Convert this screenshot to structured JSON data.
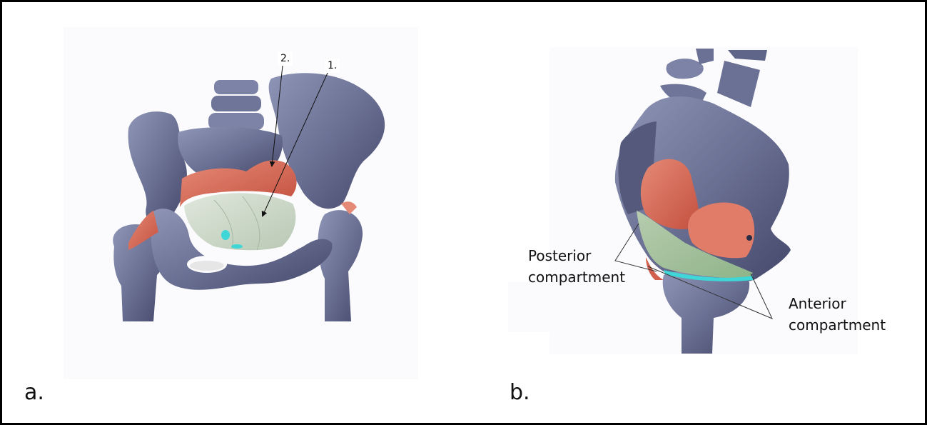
{
  "figure": {
    "panels": [
      {
        "id": "a",
        "caption": "a.",
        "view": "anterior view of pelvis with pelvic floor muscles",
        "number_labels": [
          {
            "text": "2.",
            "target": "red muscle (upper)"
          },
          {
            "text": "1.",
            "target": "pale green membrane (lower)"
          }
        ]
      },
      {
        "id": "b",
        "caption": "b.",
        "view": "lateral view of pelvis with pelvic floor compartments",
        "annotations": [
          {
            "text_line1": "Posterior",
            "text_line2": "compartment"
          },
          {
            "text_line1": "Anterior",
            "text_line2": "compartment"
          }
        ]
      }
    ],
    "colors": {
      "bone": "#6b7194",
      "bone_dark": "#3e4263",
      "bone_light": "#a3a9c6",
      "muscle": "#d2604f",
      "muscle_light": "#e8907c",
      "membrane": "#c9d6c4",
      "membrane_green": "#9fbf9a",
      "accent_cyan": "#3fd6d8",
      "panel_bg": "#fbfbfd",
      "border": "#000000"
    }
  }
}
